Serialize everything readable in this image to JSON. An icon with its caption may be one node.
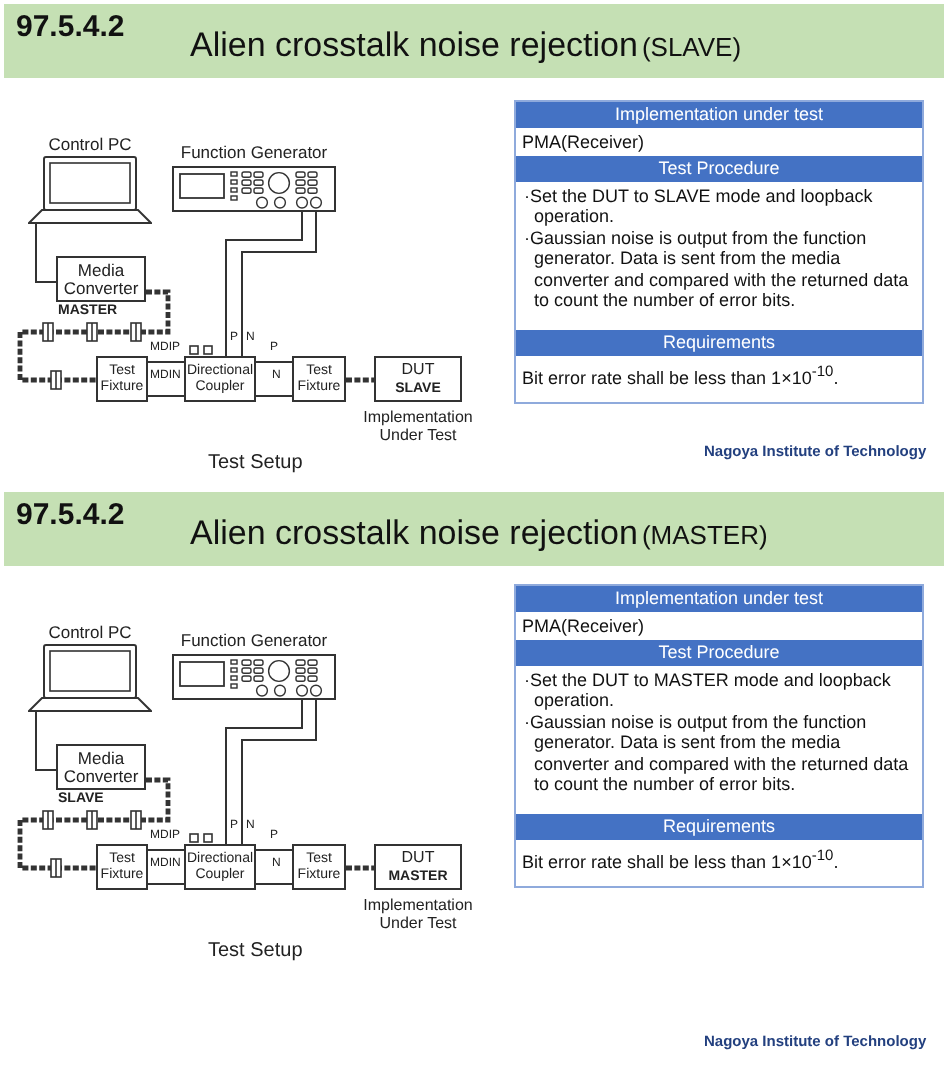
{
  "diagram": {
    "nodes": [
      {
        "text": [
          "97.5.4.2",
          "Alien crosstalk noise rejection",
          "(SLAVE)"
        ]
      },
      {
        "text": [
          "Control PC"
        ]
      },
      {
        "text": [
          "Function Generator"
        ]
      },
      {
        "text": [
          "Media Converter"
        ],
        "beside": [
          "MASTER"
        ]
      },
      {
        "text": [
          "Test Fixture"
        ]
      },
      {
        "text": [
          "Directional Coupler"
        ]
      },
      {
        "text": [
          "Test Fixture"
        ]
      },
      {
        "text": [
          "DUT",
          "SLAVE"
        ],
        "beside": [
          "Implementation Under Test"
        ]
      },
      {
        "text": [
          "97.5.4.2",
          "Alien crosstalk noise rejection",
          "(MASTER)"
        ]
      },
      {
        "text": [
          "Control PC"
        ]
      },
      {
        "text": [
          "Function Generator"
        ]
      },
      {
        "text": [
          "Media Converter"
        ],
        "beside": [
          "SLAVE"
        ]
      },
      {
        "text": [
          "Test Fixture"
        ]
      },
      {
        "text": [
          "Directional Coupler"
        ]
      },
      {
        "text": [
          "Test Fixture"
        ]
      },
      {
        "text": [
          "DUT",
          "MASTER"
        ],
        "beside": [
          "Implementation Under Test"
        ]
      }
    ],
    "edges": [
      {
        "from": 1,
        "to": 3,
        "arrow": "none"
      },
      {
        "from": 3,
        "to": 4,
        "arrow": "none",
        "style": "dashed"
      },
      {
        "from": 4,
        "to": 5,
        "arrow": "none",
        "label": "MDIP"
      },
      {
        "from": 4,
        "to": 5,
        "arrow": "none",
        "label": "MDIN"
      },
      {
        "from": 5,
        "to": 2,
        "arrow": "none",
        "label": "P"
      },
      {
        "from": 5,
        "to": 2,
        "arrow": "none",
        "label": "N"
      },
      {
        "from": 5,
        "to": 6,
        "arrow": "none",
        "label": "P"
      },
      {
        "from": 5,
        "to": 6,
        "arrow": "none",
        "label": "N"
      },
      {
        "from": 6,
        "to": 7,
        "arrow": "none",
        "style": "dashed"
      },
      {
        "from": 9,
        "to": 11,
        "arrow": "none"
      },
      {
        "from": 11,
        "to": 12,
        "arrow": "none",
        "style": "dashed"
      },
      {
        "from": 12,
        "to": 13,
        "arrow": "none",
        "label": "MDIP"
      },
      {
        "from": 12,
        "to": 13,
        "arrow": "none",
        "label": "MDIN"
      },
      {
        "from": 13,
        "to": 10,
        "arrow": "none",
        "label": "P"
      },
      {
        "from": 13,
        "to": 10,
        "arrow": "none",
        "label": "N"
      },
      {
        "from": 13,
        "to": 14,
        "arrow": "none",
        "label": "P"
      },
      {
        "from": 13,
        "to": 14,
        "arrow": "none",
        "label": "N"
      },
      {
        "from": 14,
        "to": 15,
        "arrow": "none",
        "style": "dashed"
      }
    ],
    "labels": [
      "Test Setup",
      "Implementation under test",
      "PMA(Receiver)",
      "Test Procedure",
      "·Set the DUT to SLAVE mode and loopback operation.",
      "·Gaussian noise is output from the function generator. Data is sent from the media converter and compared with the returned data to count the number of error bits.",
      "Requirements",
      "Bit error rate shall be less than 1×10$^{-10}$.",
      "Nagoya Institute of Technology",
      "Test Setup",
      "Implementation under test",
      "PMA(Receiver)",
      "Test Procedure",
      "·Set the DUT to MASTER mode and loopback operation.",
      "·Gaussian noise is output from the function generator. Data is sent from the media converter and compared with the returned data to count the number of error bits.",
      "Requirements",
      "Bit error rate shall be less than 1×10$^{-10}$.",
      "Nagoya Institute of Technology"
    ]
  }
}
